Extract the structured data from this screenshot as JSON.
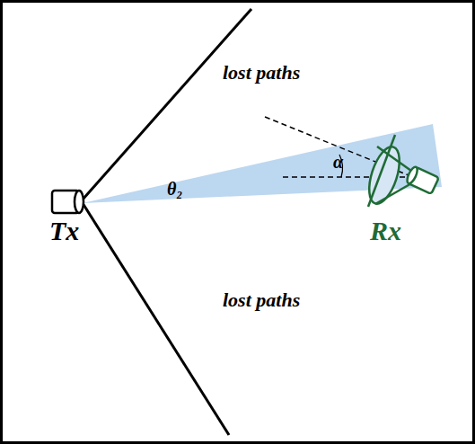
{
  "diagram": {
    "labels": [
      "lost paths",
      "θ₂",
      "α",
      "Rx",
      "lost paths",
      "Tx"
    ]
  }
}
